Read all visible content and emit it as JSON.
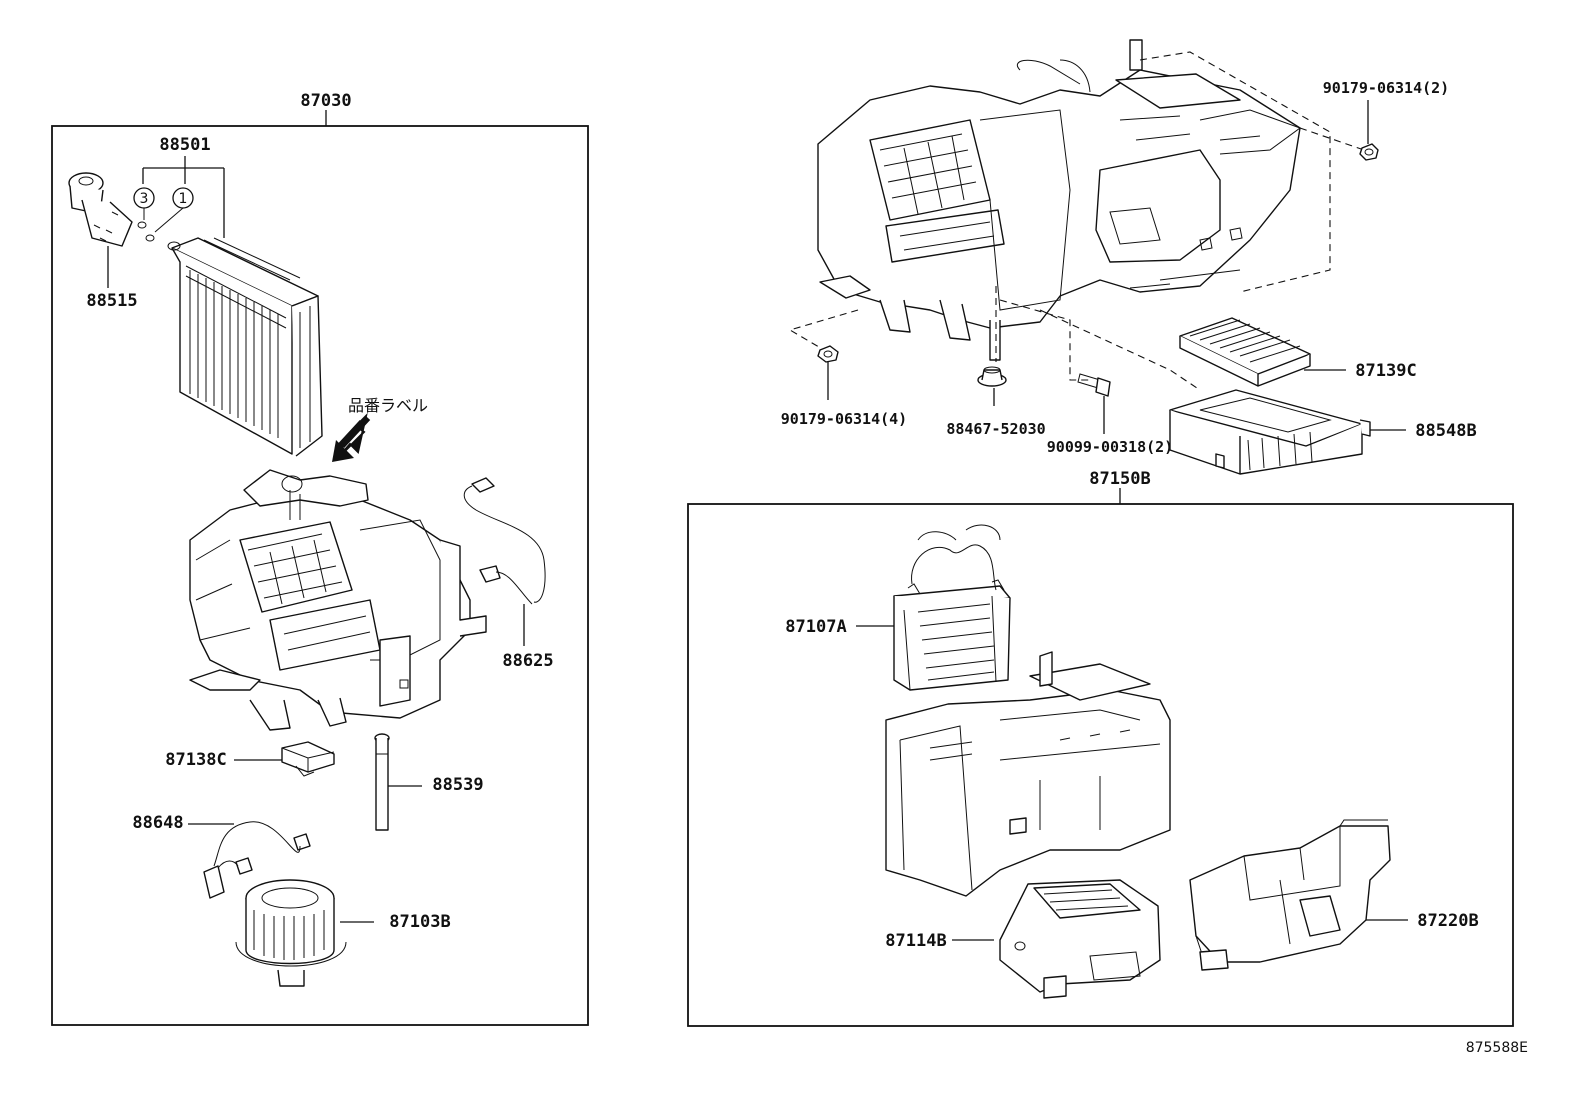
{
  "assembly_left": "87030",
  "assembly_right": "87150B",
  "label_marker": "品番ラベル",
  "drawing_number": "875588E",
  "o_ring_markers": [
    "3",
    "1"
  ],
  "parts": {
    "p88501": "88501",
    "p88515": "88515",
    "p88625": "88625",
    "p87138C": "87138C",
    "p88539": "88539",
    "p88648": "88648",
    "p87103B": "87103B",
    "p90179_06314_2": "90179-06314(2)",
    "p90179_06314_4": "90179-06314(4)",
    "p88467_52030": "88467-52030",
    "p90099_00318_2": "90099-00318(2)",
    "p87139C": "87139C",
    "p88548B": "88548B",
    "p87107A": "87107A",
    "p87114B": "87114B",
    "p87220B": "87220B"
  }
}
